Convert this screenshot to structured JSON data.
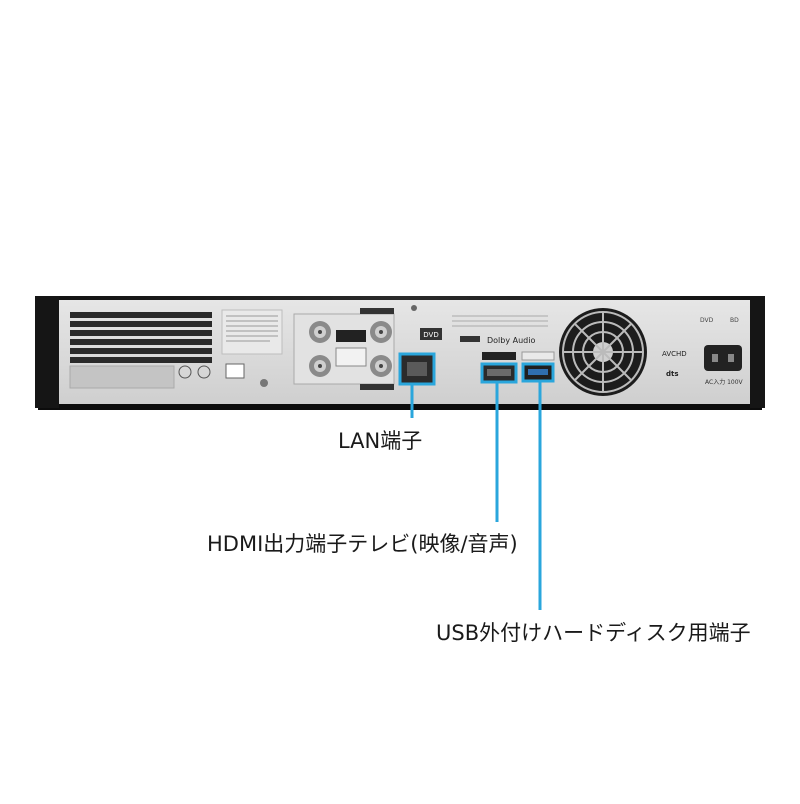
{
  "callouts": {
    "lan": "LAN端子",
    "hdmi": "HDMI出力端子テレビ(映像/音声)",
    "usb": "USB外付けハードディスク用端子"
  },
  "panel_markings": {
    "dvd_logo": "DVD",
    "dolby": "Dolby Audio",
    "bd_mark": "BD",
    "dvd_small": "DVD",
    "avchd": "AVCHD",
    "dts": "dts",
    "ac_input": "AC入力 100V"
  },
  "colors": {
    "highlight": "#2aa6dc",
    "panel": "#d9d9d9",
    "chassis": "#1f1f1f"
  },
  "icons": [
    "lan-port",
    "hdmi-port",
    "usb-port",
    "coax-connector",
    "cooling-fan",
    "ac-inlet"
  ]
}
